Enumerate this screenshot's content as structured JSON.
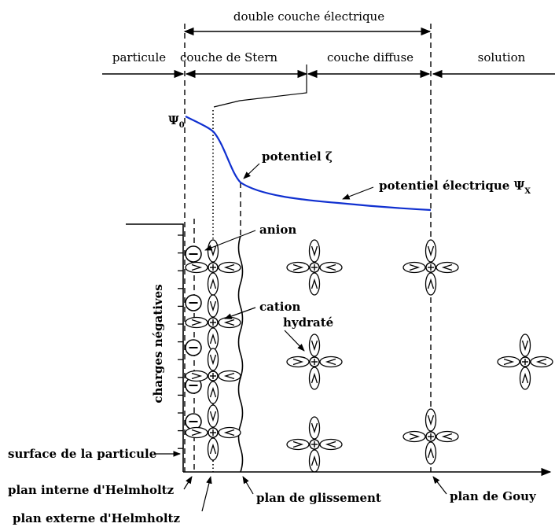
{
  "labels": {
    "double_couche": "double couche électrique",
    "particule": "particule",
    "couche_stern": "couche de Stern",
    "couche_diffuse": "couche diffuse",
    "solution": "solution",
    "psi0": "Ψ",
    "psi0_sub": "0",
    "potentiel_zeta": "potentiel ζ",
    "potentiel_electrique": "potentiel électrique  Ψ",
    "potentiel_electrique_sub": "X",
    "anion": "anion",
    "cation": "cation",
    "hydrate": "hydraté",
    "charges_negatives": "charges négatives",
    "surface_particule": "surface de la particule",
    "plan_interne": "plan interne d'Helmholtz",
    "plan_externe": "plan externe d'Helmholtz",
    "plan_glissement": "plan de glissement",
    "plan_gouy": "plan de Gouy"
  },
  "colors": {
    "potential_curve": "#1030d0",
    "ink": "#000000"
  },
  "icons": {
    "anion": "circle-minus-icon",
    "cation": "hydrated-cation-icon"
  }
}
